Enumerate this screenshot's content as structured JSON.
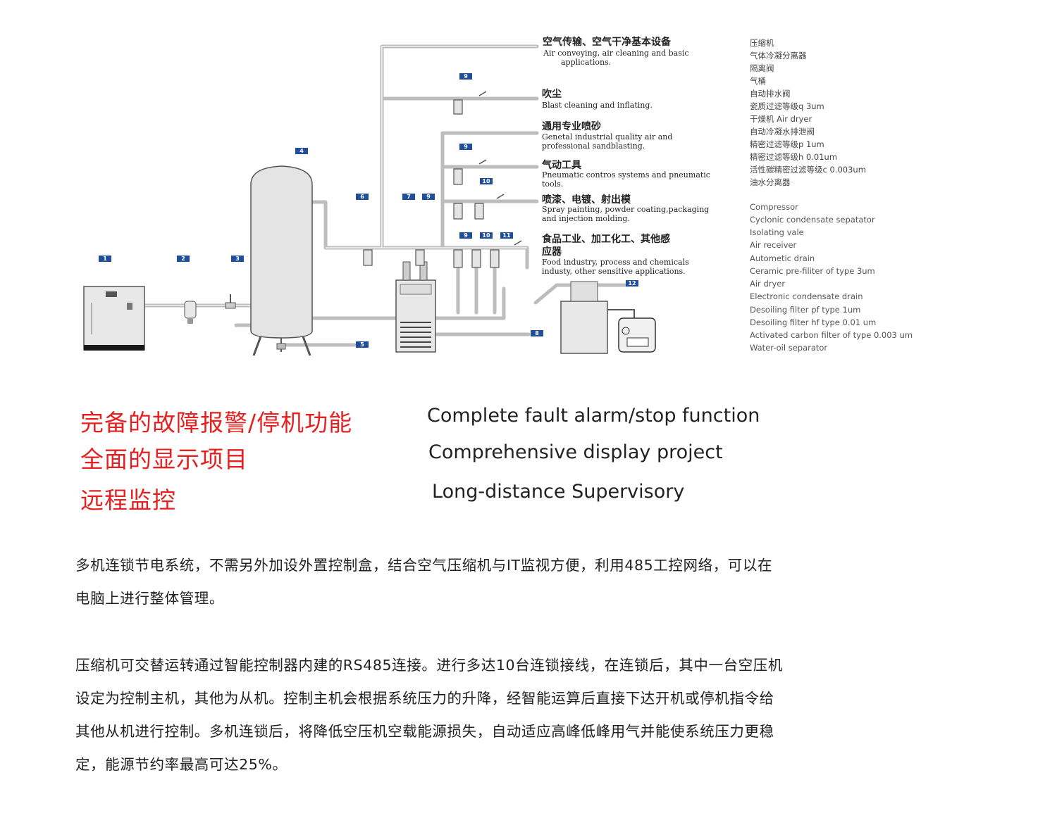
{
  "diagram": {
    "applications": [
      {
        "cn": "空气传输、空气干净基本设备",
        "en": [
          "Air conveying, air cleaning and basic",
          "applications."
        ]
      },
      {
        "cn": "吹尘",
        "en": [
          "Blast cleaning and inflating."
        ]
      },
      {
        "cn": "通用专业喷砂",
        "en": [
          "Genetal industrial quality air and",
          "professional sandblasting."
        ]
      },
      {
        "cn": "气动工具",
        "en": [
          "Pneumatic contros systems and pneumatic",
          "tools."
        ]
      },
      {
        "cn": "喷漆、电镀、射出模",
        "en": [
          "Spray painting, powder coating,packaging",
          "and injection molding."
        ]
      },
      {
        "cn": [
          "食品工业、加工化工、其他感",
          "应器"
        ],
        "en": [
          "Food industry, process and chemicals",
          "industy, other sensitive applications."
        ]
      }
    ],
    "legend_cn": [
      "压缩机",
      "气体冷凝分离器",
      "隔离阀",
      "气桶",
      "自动排水阀",
      "瓷质过滤等级q 3um",
      "干燥机 Air dryer",
      "自动冷凝水排泄阀",
      "精密过滤等级p 1um",
      "精密过滤等级h 0.01um",
      "活性碳精密过滤等级c 0.003um",
      "油水分离器"
    ],
    "legend_en": [
      "Compressor",
      "Cyclonic condensate sepatator",
      "Isolating vale",
      "Air receiver",
      "Autometic drain",
      "Ceramic pre-filiter of type 3um",
      "Air dryer",
      "Electronic condensate drain",
      "Desoiling filter pf type 1um",
      "Desoiling filter hf type 0.01 um",
      "Activated carbon filter of type 0.003 um",
      "Water-oil separator"
    ],
    "tags": [
      "1",
      "2",
      "3",
      "4",
      "5",
      "6",
      "7",
      "8",
      "9",
      "9",
      "9",
      "9",
      "10",
      "10",
      "11",
      "12"
    ],
    "colors": {
      "tag": "#1f4e9c",
      "pipe": "#bdbdbd",
      "equipment": "#e8e8e8",
      "outline": "#555555"
    }
  },
  "features": {
    "cn": [
      "完备的故障报警/停机功能",
      "全面的显示项目",
      "远程监控"
    ],
    "en": [
      "Complete fault alarm/stop function",
      "Comprehensive display project",
      "Long-distance Supervisory"
    ],
    "accent_color": "#e52020"
  },
  "paragraphs": [
    [
      "多机连锁节电系统，不需另外加设外置控制盒，结合空气压缩机与IT监视方便，利用485工控网络，可以在",
      "电脑上进行整体管理。"
    ],
    [
      "压缩机可交替运转通过智能控制器内建的RS485连接。进行多达10台连锁接线，在连锁后，其中一台空压机",
      "设定为控制主机，其他为从机。控制主机会根据系统压力的升降，经智能运算后直接下达开机或停机指令给",
      "其他从机进行控制。多机连锁后，将降低空压机空载能源损失，自动适应高峰低峰用气并能使系统压力更稳",
      "定，能源节约率最高可达25%。"
    ]
  ]
}
